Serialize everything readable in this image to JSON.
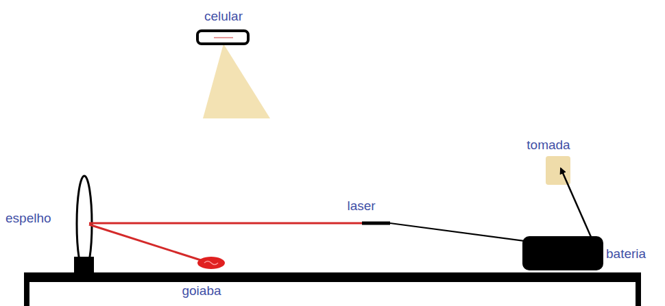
{
  "diagram": {
    "labels": [
      "celular",
      "espelho",
      "laser",
      "goiaba",
      "tomada",
      "bateria"
    ]
  }
}
